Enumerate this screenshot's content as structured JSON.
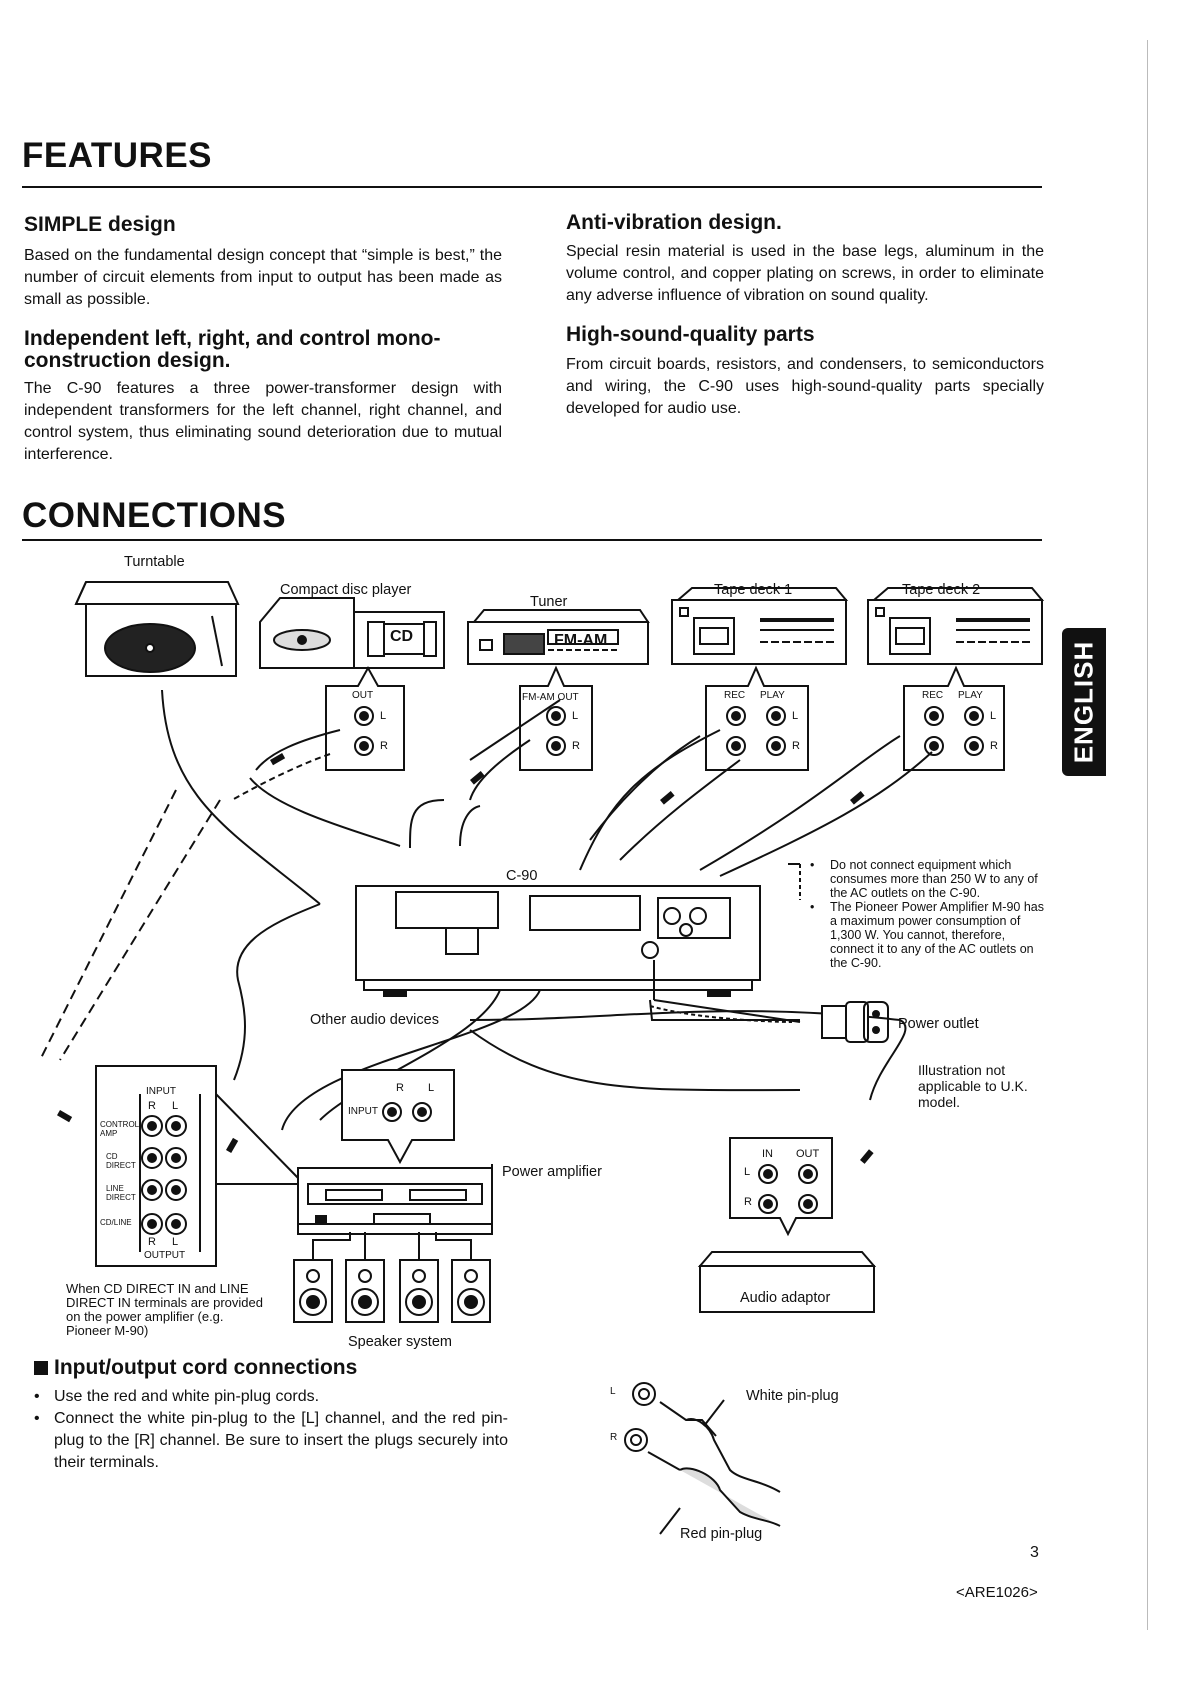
{
  "features": {
    "heading": "FEATURES",
    "simple": {
      "title": "SIMPLE design",
      "body": "Based on the fundamental design concept that “simple is best,” the number of circuit elements from input to output has been made as small as possible."
    },
    "independent": {
      "title": "Independent left, right, and control mono-construction design.",
      "body": "The C-90 features a three power-transformer design with independent transformers for the left channel, right channel, and control system, thus eliminating sound deterioration due to mutual interference."
    },
    "antivib": {
      "title": "Anti-vibration design.",
      "body": "Special resin material is used in the base legs, aluminum in the volume control, and copper plating on screws, in order to eliminate any adverse influence of vibration on sound quality."
    },
    "parts": {
      "title": "High-sound-quality parts",
      "body": "From circuit boards, resistors, and condensers, to semiconductors and wiring, the C-90 uses high-sound-quality parts specially developed for audio use."
    }
  },
  "connections": {
    "heading": "CONNECTIONS",
    "labels": {
      "turntable": "Turntable",
      "cd": "Compact disc player",
      "tuner": "Tuner",
      "tape1": "Tape deck 1",
      "tape2": "Tape deck 2",
      "c90": "C-90",
      "other": "Other audio devices",
      "power_outlet": "Power outlet",
      "power_amp": "Power amplifier",
      "speakers": "Speaker system",
      "audio_adaptor": "Audio adaptor",
      "cd_face": "CD",
      "tuner_face": "FM-AM",
      "out": "OUT",
      "fm_am_out": "FM-AM OUT",
      "rec": "REC",
      "play": "PLAY",
      "l": "L",
      "r": "R",
      "input": "INPUT",
      "output": "OUTPUT",
      "in": "IN",
      "adaptor_out": "OUT",
      "control_amp": "CONTROL AMP",
      "cd_direct": "CD DIRECT",
      "line_direct": "LINE DIRECT",
      "cd_line": "CD/LINE",
      "amp_input": "INPUT"
    },
    "notes": [
      "Do not connect equipment which consumes more than 250 W to any of the AC outlets on the C-90.",
      "The Pioneer Power Amplifier M-90 has a maximum power consumption of 1,300 W. You cannot, therefore, connect it to any of the AC outlets on the C-90."
    ],
    "illustration_note": "Illustration not applicable to U.K. model.",
    "direct_note": "When CD DIRECT IN and LINE DIRECT IN terminals are provided on the power amplifier (e.g. Pioneer M-90)"
  },
  "io": {
    "title": "Input/output cord connections",
    "bullets": [
      "Use the red and white pin-plug cords.",
      "Connect the white pin-plug to the [L] channel, and the red pin-plug to the [R] channel. Be sure to insert the plugs securely into their terminals."
    ],
    "white_plug": "White pin-plug",
    "red_plug": "Red pin-plug",
    "l": "L",
    "r": "R"
  },
  "side_tab": "ENGLISH",
  "page_number": "3",
  "doc_code": "<ARE1026>"
}
